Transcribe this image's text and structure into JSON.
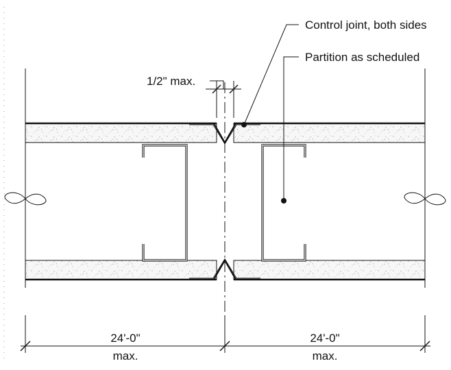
{
  "callouts": {
    "control_joint": "Control joint, both sides",
    "partition": "Partition as scheduled",
    "gap": "1/2\" max."
  },
  "dimensions": {
    "left_value": "24'-0\"",
    "left_qualifier": "max.",
    "right_value": "24'-0\"",
    "right_qualifier": "max."
  },
  "colors": {
    "line": "#111111",
    "board_fill": "#f7f7f7",
    "speckle": "#8a8a8a",
    "edge_dots": "#e07b6b"
  }
}
